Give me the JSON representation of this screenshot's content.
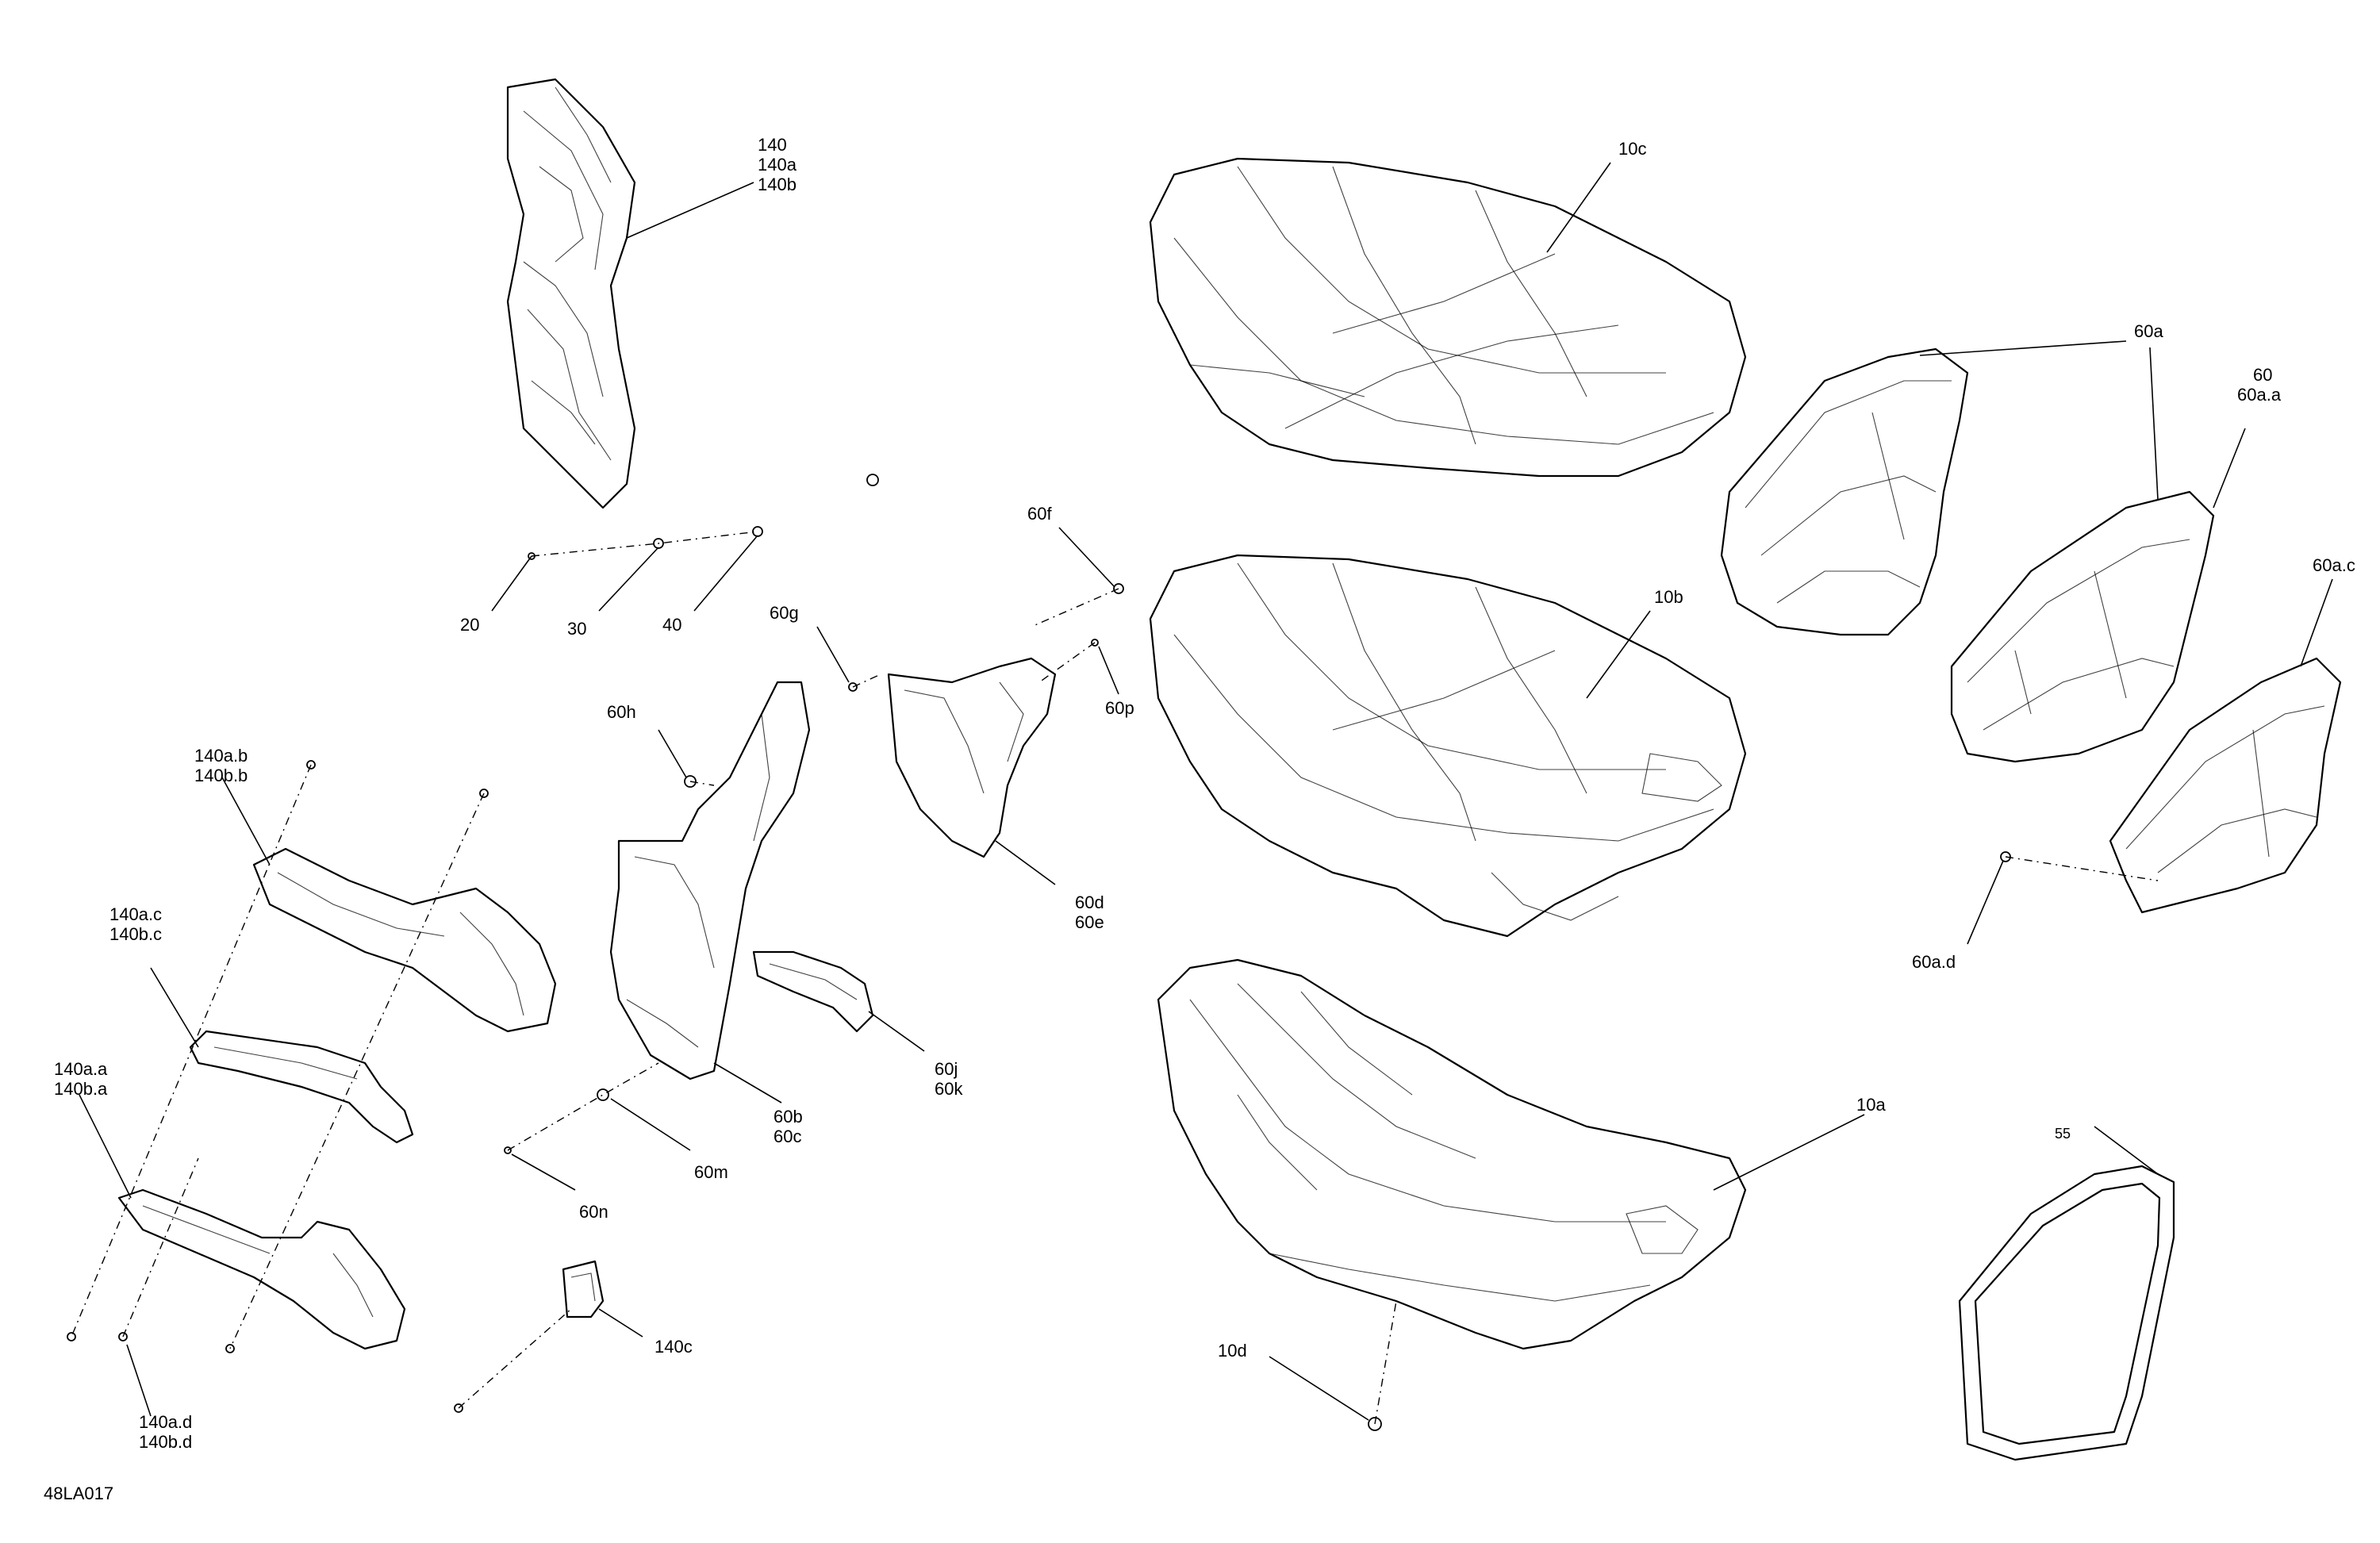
{
  "figure_ref": "48LA017",
  "labels": {
    "l140": "140",
    "l140a": "140a",
    "l140b": "140b",
    "l10c": "10c",
    "l60a": "60a",
    "l60": "60",
    "l60aa": "60a.a",
    "l20": "20",
    "l30": "30",
    "l40": "40",
    "l60f": "60f",
    "l60g": "60g",
    "l60p": "60p",
    "l60h": "60h",
    "l10b": "10b",
    "l60ac": "60a.c",
    "l140ab": "140a.b",
    "l140bb": "140b.b",
    "l60d": "60d",
    "l60e": "60e",
    "l60ad": "60a.d",
    "l140ac": "140a.c",
    "l140bc": "140b.c",
    "l60j": "60j",
    "l60k": "60k",
    "l140aa": "140a.a",
    "l140ba": "140b.a",
    "l60b": "60b",
    "l60c": "60c",
    "l10a": "10a",
    "l55": "55",
    "l60m": "60m",
    "l60n": "60n",
    "l140c": "140c",
    "l10d": "10d",
    "l140ad": "140a.d",
    "l140bd": "140b.d"
  }
}
